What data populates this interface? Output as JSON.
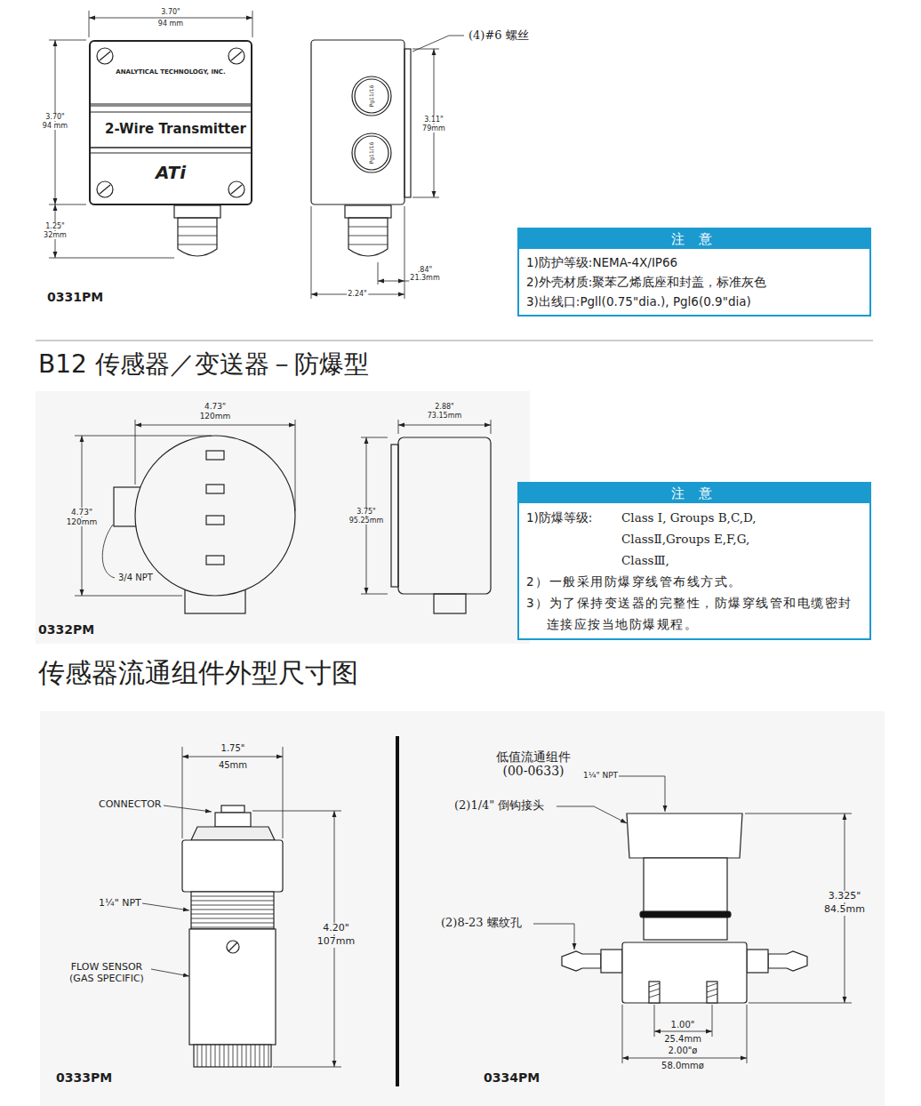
{
  "diagram": {
    "nodes": [
      {
        "text": [
          "ANALYTICAL TECHNOLOGY, INC.",
          "2-Wire Transmitter",
          "ATi"
        ]
      },
      {
        "text": [
          "注 意",
          "1)防护等级:NEMA-4X/IP66",
          "2)外壳材质:聚苯乙烯底座和封盖，标准灰色",
          "3)出线口:Pgll(0.75\"dia.), Pgl6(0.9\"dia)"
        ]
      },
      {
        "text": [
          "注 意",
          "1)防爆等级:",
          "Class I, Groups B,C,D,",
          "ClassⅡ,Groups E,F,G,",
          "ClassⅢ,",
          "2）一般采用防爆穿线管布线方式。",
          "3）为了保持变送器的完整性，防爆穿线管和电缆密封连接应按当地防爆规程。"
        ]
      }
    ],
    "labels": [
      "3.70\"",
      "94 mm",
      "3.70\"",
      "94 mm",
      "1.25\"",
      "32mm",
      "0331PM",
      "(4)#6 螺丝",
      "Pg11/16",
      "Pg11/16",
      "3.11\"",
      "79mm",
      ".84\"",
      "21.3mm",
      "2.24\"",
      "B12 传感器／变送器－防爆型",
      "4.73\"",
      "120mm",
      "4.73\"",
      "120mm",
      "3/4 NPT",
      "0332PM",
      "2.88\"",
      "73.15mm",
      "3.75\"",
      "95.25mm",
      "传感器流通组件外型尺寸图",
      "1.75\"",
      "45mm",
      "CONNECTOR",
      "1¼\" NPT",
      "4.20\"",
      "107mm",
      "FLOW SENSOR (GAS SPECIFIC)",
      "0333PM",
      "低值流通组件 (00-0633)",
      "1¼\" NPT",
      "(2)1/4\" 倒钩接头",
      "3.325\"",
      "84.5mm",
      "(2)8-23 螺纹孔",
      "1.00\"",
      "25.4mm",
      "2.00\"ø",
      "58.0mmø",
      "0334PM"
    ]
  }
}
